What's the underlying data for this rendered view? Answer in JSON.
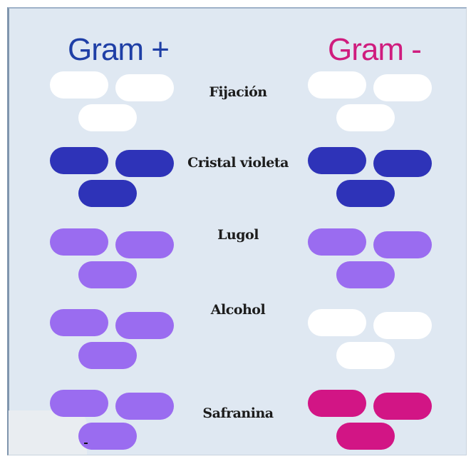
{
  "headings": {
    "gram_positive": "Gram +",
    "gram_negative": "Gram -"
  },
  "steps": [
    {
      "label": "Fijación",
      "gram_positive": "white",
      "gram_negative": "white"
    },
    {
      "label": "Cristal violeta",
      "gram_positive": "dark-violet",
      "gram_negative": "dark-violet"
    },
    {
      "label": "Lugol",
      "gram_positive": "light-violet",
      "gram_negative": "light-violet"
    },
    {
      "label": "Alcohol",
      "gram_positive": "light-violet",
      "gram_negative": "white"
    },
    {
      "label": "Safranina",
      "gram_positive": "light-violet",
      "gram_negative": "pink"
    }
  ],
  "colors": {
    "white": "#ffffff",
    "dark-violet": "#2e33b8",
    "light-violet": "#9a6cf0",
    "pink": "#d21585",
    "gram_positive_title": "#1f3fa6",
    "gram_negative_title": "#cf1c7e"
  }
}
